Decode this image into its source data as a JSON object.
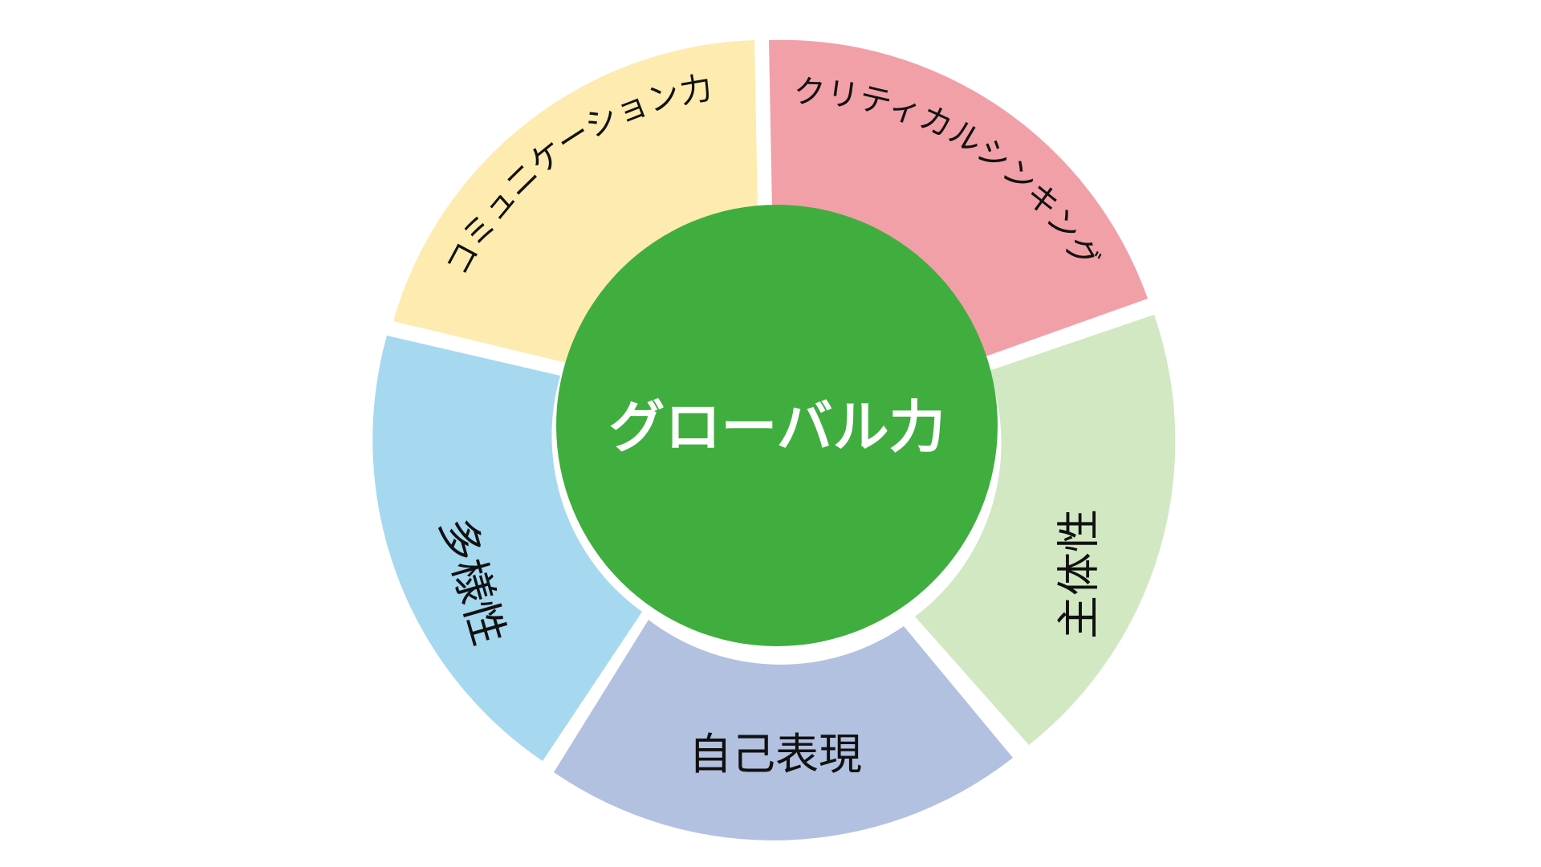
{
  "center": {
    "label": "グローバル力",
    "color": "#3fae3f"
  },
  "segments": [
    {
      "id": "critical-thinking",
      "label": "クリティカルシンキング",
      "color": "#f2a0a8"
    },
    {
      "id": "proactivity",
      "label": "主体性",
      "color": "#d1e8c2"
    },
    {
      "id": "self-expression",
      "label": "自己表現",
      "color": "#b2c1e0"
    },
    {
      "id": "diversity",
      "label": "多様性",
      "color": "#a6d8f0"
    },
    {
      "id": "communication",
      "label": "コミュニケーション力",
      "color": "#fdebb0"
    }
  ]
}
